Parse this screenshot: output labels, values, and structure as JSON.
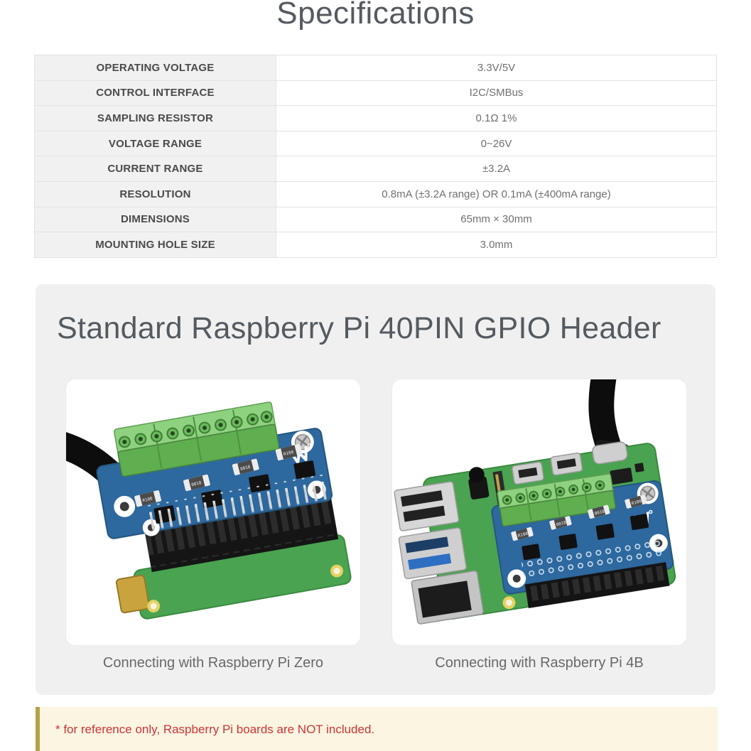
{
  "page": {
    "title": "Specifications"
  },
  "spec_table": {
    "rows": [
      {
        "label": "OPERATING VOLTAGE",
        "value": "3.3V/5V"
      },
      {
        "label": "CONTROL INTERFACE",
        "value": "I2C/SMBus"
      },
      {
        "label": "SAMPLING RESISTOR",
        "value": "0.1Ω 1%"
      },
      {
        "label": "VOLTAGE RANGE",
        "value": "0~26V"
      },
      {
        "label": "CURRENT RANGE",
        "value": "±3.2A"
      },
      {
        "label": "RESOLUTION",
        "value": "0.8mA (±3.2A range) OR 0.1mA (±400mA range)"
      },
      {
        "label": "DIMENSIONS",
        "value": "65mm × 30mm"
      },
      {
        "label": "MOUNTING HOLE SIZE",
        "value": "3.0mm"
      }
    ]
  },
  "gpio_section": {
    "heading": "Standard Raspberry Pi 40PIN GPIO Header",
    "cards": [
      {
        "caption": "Connecting with Raspberry Pi Zero"
      },
      {
        "caption": "Connecting with Raspberry Pi 4B"
      }
    ]
  },
  "photos": {
    "resistor_labels": [
      "R100",
      "0018",
      "0018",
      "R100"
    ],
    "icons": [
      "waveshare-logo-icon",
      "usb-cable",
      "gpio-socket",
      "screw-terminal-block"
    ]
  },
  "note": {
    "text": "* for reference only, Raspberry Pi boards are NOT included."
  },
  "colors": {
    "heading_text": "#545a60",
    "table_label_bg": "#f1f1f1",
    "table_border": "#e3e3e3",
    "section_bg": "#f0f0f0",
    "note_bg": "#fbf5e1",
    "note_border": "#b3a24a",
    "note_text": "#cb3439",
    "hat_pcb_blue": "#2d689e",
    "terminal_green": "#8ed17f",
    "pi_board_green": "#4aa351"
  }
}
